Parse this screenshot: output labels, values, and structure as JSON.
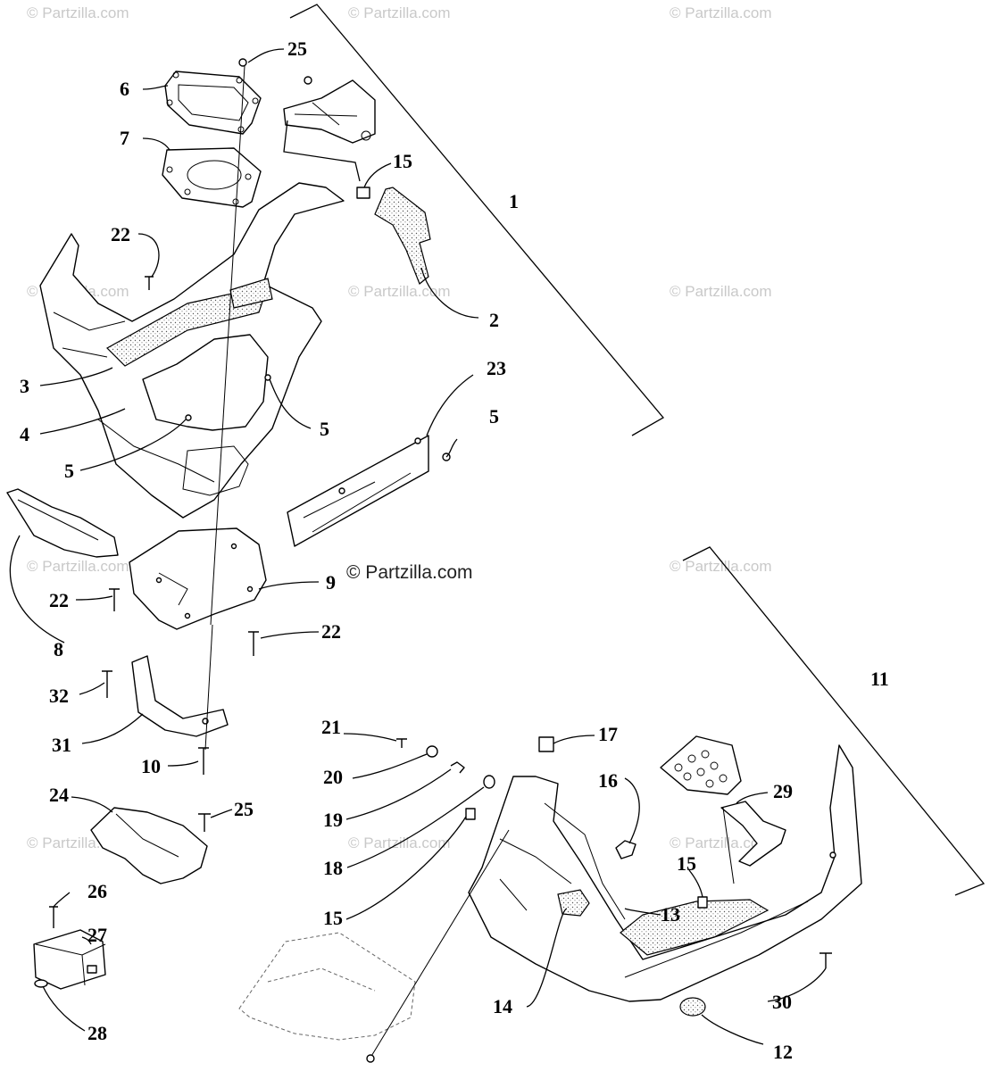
{
  "watermark_text": "© Partzilla.com",
  "center_watermark": "© Partzilla.com",
  "callouts": {
    "c1": "1",
    "c2": "2",
    "c3": "3",
    "c4": "4",
    "c5a": "5",
    "c5b": "5",
    "c5c": "5",
    "c6": "6",
    "c7": "7",
    "c8": "8",
    "c9": "9",
    "c10": "10",
    "c11": "11",
    "c12": "12",
    "c13": "13",
    "c14": "14",
    "c15a": "15",
    "c15b": "15",
    "c15c": "15",
    "c16": "16",
    "c17": "17",
    "c18": "18",
    "c19": "19",
    "c20": "20",
    "c21": "21",
    "c22a": "22",
    "c22b": "22",
    "c22c": "22",
    "c23": "23",
    "c24": "24",
    "c25a": "25",
    "c25b": "25",
    "c26": "26",
    "c27": "27",
    "c28": "28",
    "c29": "29",
    "c30": "30",
    "c31": "31",
    "c32": "32"
  }
}
